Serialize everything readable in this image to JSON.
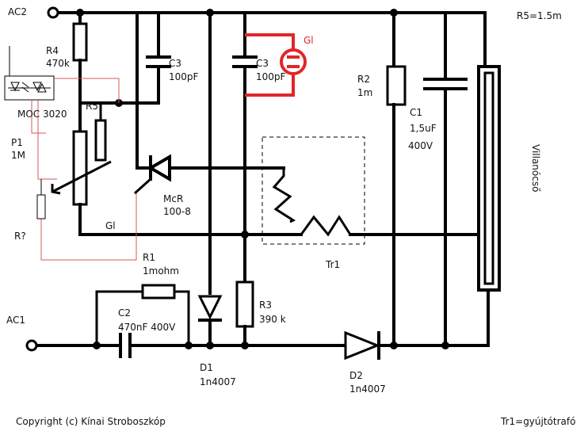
{
  "terminals": {
    "ac2": "AC2",
    "ac1": "AC1"
  },
  "note_r5": "R5=1.5m",
  "components": {
    "r4": {
      "name": "R4",
      "value": "470k"
    },
    "moc": {
      "name": "MOC 3020"
    },
    "r5": {
      "name": "R5"
    },
    "p1": {
      "name": "P1",
      "value": "1M"
    },
    "r_unknown": {
      "name": "R?"
    },
    "c3_left": {
      "name": "C3",
      "value": "100pF"
    },
    "c3_right": {
      "name": "C3",
      "value": "100pF"
    },
    "gl_top": {
      "name": "Gl"
    },
    "gl_bottom": {
      "name": "Gl"
    },
    "mcr": {
      "name": "McR",
      "value": "100-8"
    },
    "r2": {
      "name": "R2",
      "value": "1m"
    },
    "c1": {
      "name": "C1",
      "value": "1,5uF",
      "voltage": "400V"
    },
    "tr1": {
      "name": "Tr1"
    },
    "r1": {
      "name": "R1",
      "value": "1mohm"
    },
    "c2": {
      "name": "C2",
      "value": "470nF 400V"
    },
    "r3": {
      "name": "R3",
      "value": "390 k"
    },
    "d1": {
      "name": "D1",
      "value": "1n4007"
    },
    "d2": {
      "name": "D2",
      "value": "1n4007"
    },
    "lamp": {
      "name": "Villanócső"
    }
  },
  "footer": {
    "copyright": "Copyright (c) Kínai Stroboszkóp",
    "tr1_note": "Tr1=gyújtótrafó"
  },
  "colors": {
    "wire": "#000000",
    "modification": "#e0262a",
    "trace": "#d45a5a"
  }
}
